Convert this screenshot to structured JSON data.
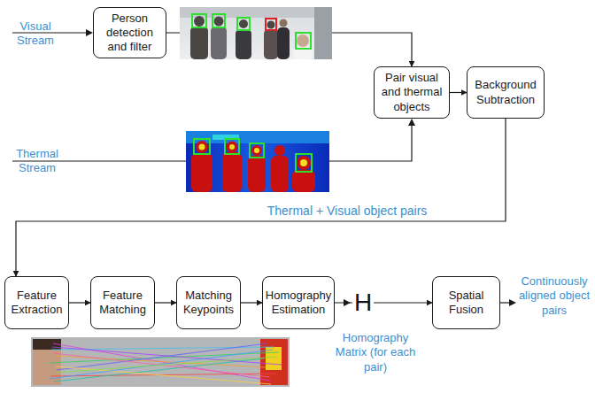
{
  "diagram": {
    "nodes": [
      {
        "text": [
          "Person detection and filter"
        ]
      },
      {
        "text": [
          "Pair visual and thermal objects"
        ]
      },
      {
        "text": [
          "Background Subtraction"
        ]
      },
      {
        "text": [
          "Feature Extraction"
        ]
      },
      {
        "text": [
          "Feature Matching"
        ]
      },
      {
        "text": [
          "Matching Keypoints"
        ]
      },
      {
        "text": [
          "Homography Estimation"
        ]
      },
      {
        "text": [
          "Spatial Fusion"
        ]
      }
    ],
    "edges": [
      {
        "from": 0,
        "to": 1,
        "arrow": "to"
      },
      {
        "from": 1,
        "to": 2,
        "arrow": "to"
      },
      {
        "from": 2,
        "to": 3,
        "label": "Thermal + Visual object pairs",
        "arrow": "to"
      },
      {
        "from": 3,
        "to": 4,
        "arrow": "to"
      },
      {
        "from": 4,
        "to": 5,
        "arrow": "to"
      },
      {
        "from": 5,
        "to": 6,
        "arrow": "to"
      },
      {
        "from": 6,
        "to": 7,
        "label": "H",
        "arrow": "to"
      }
    ],
    "labels": [
      "Visual Stream",
      "Thermal Stream",
      "Homography Matrix (for each pair)",
      "Continuously aligned object pairs"
    ]
  }
}
